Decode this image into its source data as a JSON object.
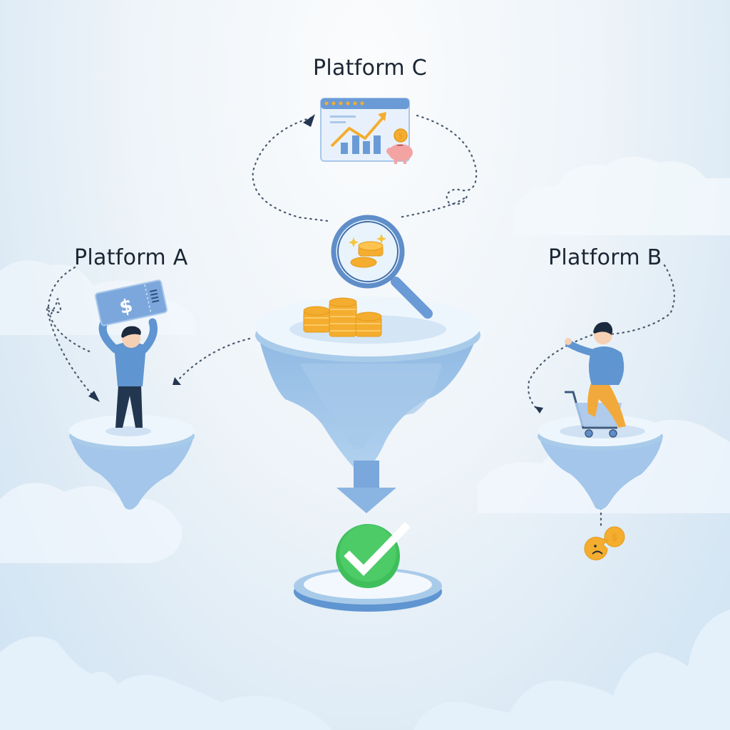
{
  "diagram": {
    "title": "",
    "nodes": {
      "platform_a": {
        "label": "Platform A",
        "icon": "ticket-dollar-icon",
        "figure": "person-holding-ticket"
      },
      "platform_b": {
        "label": "Platform B",
        "icon": "shopping-cart-icon",
        "figure": "person-riding-cart"
      },
      "platform_c": {
        "label": "Platform C",
        "icon": "chart-browser-window-icon",
        "extra_icon": "piggy-bank-icon"
      },
      "center": {
        "icon": "magnifying-glass-coins-icon",
        "content": "coin-stacks",
        "shape": "funnel-island"
      },
      "result": {
        "icon": "check-circle-icon",
        "status": "success"
      },
      "leak": {
        "icon": "broken-sad-coin-icon",
        "status": "loss"
      }
    },
    "edges": [
      {
        "from": "center",
        "to": "platform_c",
        "style": "dotted-loop"
      },
      {
        "from": "platform_a",
        "to": "platform_a",
        "style": "dotted-loop"
      },
      {
        "from": "center",
        "to": "platform_a",
        "style": "dotted-arrow"
      },
      {
        "from": "platform_b",
        "to": "platform_b",
        "style": "dotted-loop"
      },
      {
        "from": "center",
        "to": "result",
        "style": "solid-arrow"
      },
      {
        "from": "platform_b",
        "to": "leak",
        "style": "dotted-drip"
      }
    ],
    "colors": {
      "primary_blue": "#6b9bd6",
      "light_blue": "#a9cbea",
      "dark_navy": "#23364f",
      "coin_gold": "#f5ad2f",
      "success_green": "#3fbf5c",
      "piggy_pink": "#f4a3a3",
      "pants_orange": "#f2a93b"
    }
  }
}
